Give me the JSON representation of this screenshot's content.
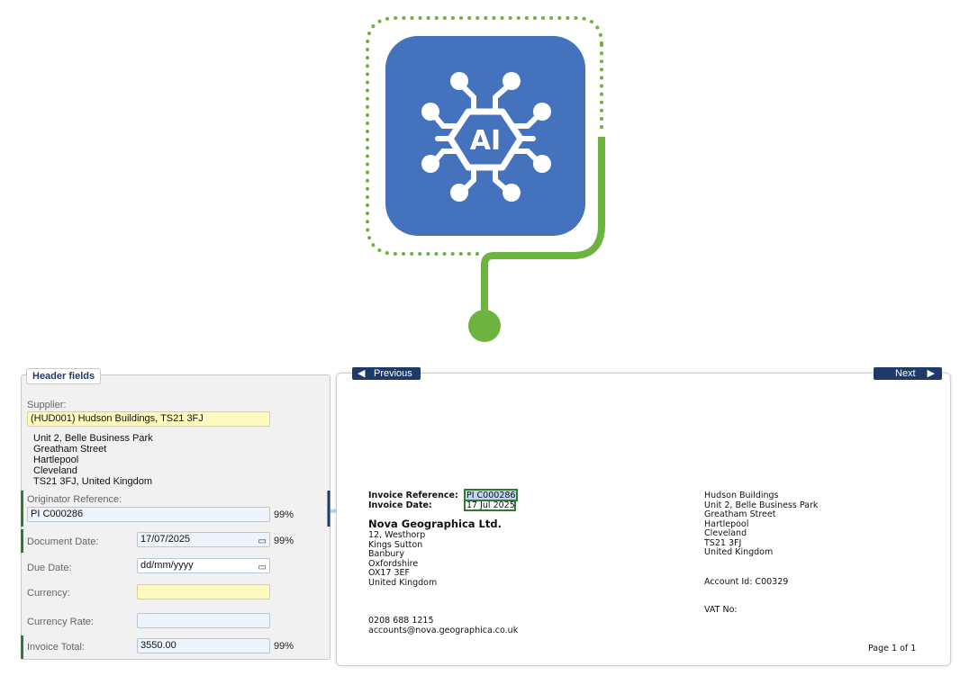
{
  "hero": {
    "icon_text": "AI",
    "colors": {
      "tile": "#4472bd",
      "accent": "#6db33f"
    }
  },
  "panel": {
    "title": "Header fields",
    "supplier_label": "Supplier:",
    "supplier_value": "(HUD001) Hudson Buildings, TS21 3FJ",
    "address": [
      "Unit 2, Belle Business Park",
      "Greatham Street",
      "Hartlepool",
      "Cleveland",
      "TS21 3FJ, United Kingdom"
    ],
    "originator_label": "Originator Reference:",
    "originator_value": "PI C000286",
    "originator_conf": "99%",
    "doc_date_label": "Document Date:",
    "doc_date_value": "17/07/2025",
    "doc_date_conf": "99%",
    "due_date_label": "Due Date:",
    "due_date_placeholder": "dd/mm/yyyy",
    "currency_label": "Currency:",
    "currency_value": "",
    "rate_label": "Currency Rate:",
    "rate_value": "",
    "total_label": "Invoice Total:",
    "total_value": "3550.00",
    "total_conf": "99%"
  },
  "viewer": {
    "previous": "Previous",
    "next": "Next",
    "doc": {
      "ref_label": "Invoice Reference:",
      "ref_value": "PI C000286",
      "date_label": "Invoice Date:",
      "date_value": "17 Jul 2025",
      "company": "Nova Geographica Ltd.",
      "company_address": [
        "12, Westhorp",
        "Kings Sutton",
        "Banbury",
        "Oxfordshire",
        "OX17 3EF",
        "United Kingdom"
      ],
      "phone": "0208 688 1215",
      "email": "accounts@nova.geographica.co.uk",
      "recipient": [
        "Hudson Buildings",
        "Unit 2, Belle Business Park",
        "Greatham Street",
        "Hartlepool",
        "Cleveland",
        "TS21 3FJ",
        "United Kingdom"
      ],
      "account_id": "Account Id:  C00329",
      "vat": "VAT No:",
      "page": "Page 1 of 1"
    }
  }
}
